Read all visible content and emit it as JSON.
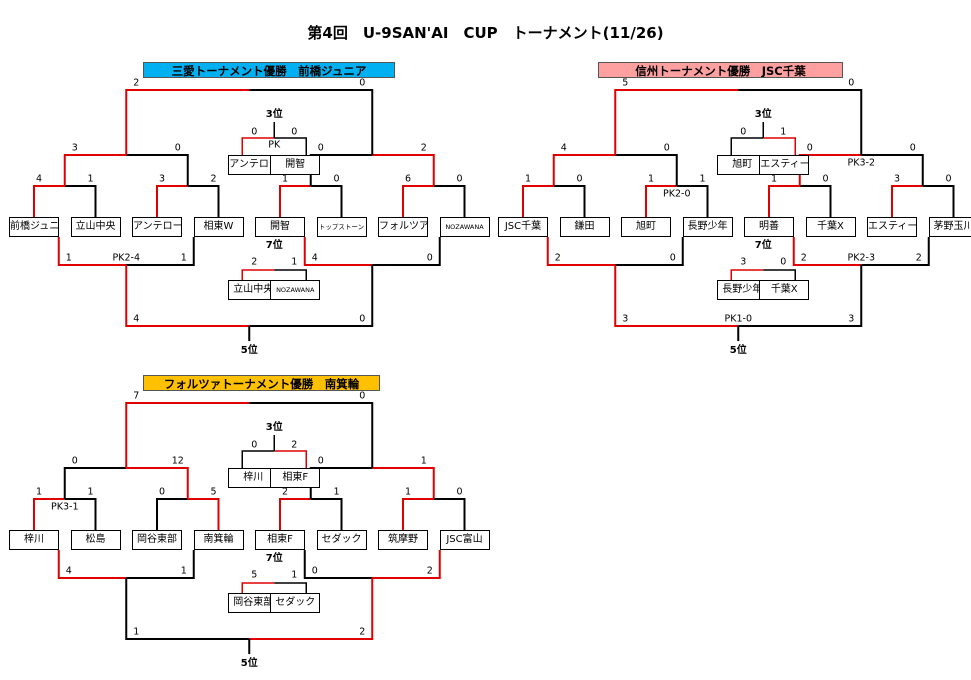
{
  "page_title": "第4回　U-9SAN'AI　CUP　トーナメント(11/26)",
  "colors": {
    "red": "#e00000",
    "black": "#000000"
  },
  "blocks": [
    {
      "banner": "三愛トーナメント優勝　前橋ジュニア",
      "banner_color": "#00b0f0",
      "teams": [
        "前橋ジュニア",
        "立山中央",
        "アンテローブ",
        "相東W",
        "開智",
        "トップストーン",
        "フォルツア",
        "NOZAWANA"
      ],
      "r1_scores": [
        [
          "4",
          "1"
        ],
        [
          "3",
          "2"
        ],
        [
          "1",
          "0"
        ],
        [
          "6",
          "0"
        ]
      ],
      "r1_pk": [
        "",
        "",
        "",
        ""
      ],
      "sf_scores": [
        [
          "3",
          "0"
        ],
        [
          "0",
          "2"
        ]
      ],
      "sf_pk": [
        "",
        ""
      ],
      "final_scores": [
        "2",
        "0"
      ],
      "third": {
        "label": "3位",
        "teams": [
          "アンテローブ",
          "開智"
        ],
        "scores": [
          "0",
          "0"
        ],
        "pk": "PK"
      },
      "consol": {
        "scores": [
          [
            "1",
            "1"
          ],
          [
            "4",
            "0"
          ]
        ],
        "pk": [
          "PK2-4",
          ""
        ]
      },
      "seventh": {
        "label": "7位",
        "teams": [
          "立山中央",
          "NOZAWANA"
        ],
        "scores": [
          "2",
          "1"
        ],
        "pk": ""
      },
      "fifth": {
        "label": "5位",
        "scores": [
          "4",
          "0"
        ],
        "pk": ""
      }
    },
    {
      "banner": "信州トーナメント優勝　JSC千葉",
      "banner_color": "#ffa0a0",
      "teams": [
        "JSC千葉",
        "鎌田",
        "旭町",
        "長野少年",
        "明善",
        "千葉X",
        "エスティーロ",
        "茅野玉川"
      ],
      "r1_scores": [
        [
          "1",
          "0"
        ],
        [
          "1",
          "1"
        ],
        [
          "1",
          "0"
        ],
        [
          "3",
          "0"
        ]
      ],
      "r1_pk": [
        "",
        "PK2-0",
        "",
        ""
      ],
      "sf_scores": [
        [
          "4",
          "0"
        ],
        [
          "0",
          "0"
        ]
      ],
      "sf_pk": [
        "",
        "PK3-2"
      ],
      "final_scores": [
        "5",
        "0"
      ],
      "third": {
        "label": "3位",
        "teams": [
          "旭町",
          "エスティーロ"
        ],
        "scores": [
          "0",
          "1"
        ],
        "pk": ""
      },
      "consol": {
        "scores": [
          [
            "2",
            "0"
          ],
          [
            "2",
            "2"
          ]
        ],
        "pk": [
          "",
          "PK2-3"
        ]
      },
      "seventh": {
        "label": "7位",
        "teams": [
          "長野少年",
          "千葉X"
        ],
        "scores": [
          "3",
          "0"
        ],
        "pk": ""
      },
      "fifth": {
        "label": "5位",
        "scores": [
          "3",
          "3"
        ],
        "pk": "PK1-0"
      }
    },
    {
      "banner": "フォルツァトーナメント優勝　南箕輪",
      "banner_color": "#ffc000",
      "teams": [
        "梓川",
        "松島",
        "岡谷東部",
        "南箕輪",
        "相東F",
        "セダック",
        "筑摩野",
        "JSC富山"
      ],
      "r1_scores": [
        [
          "1",
          "1"
        ],
        [
          "0",
          "5"
        ],
        [
          "2",
          "1"
        ],
        [
          "1",
          "0"
        ]
      ],
      "r1_pk": [
        "PK3-1",
        "",
        "",
        ""
      ],
      "sf_scores": [
        [
          "0",
          "12"
        ],
        [
          "0",
          "1"
        ]
      ],
      "sf_pk": [
        "",
        ""
      ],
      "final_scores": [
        "7",
        "0"
      ],
      "third": {
        "label": "3位",
        "teams": [
          "梓川",
          "相東F"
        ],
        "scores": [
          "0",
          "2"
        ],
        "pk": ""
      },
      "consol": {
        "scores": [
          [
            "4",
            "1"
          ],
          [
            "0",
            "2"
          ]
        ],
        "pk": [
          "",
          ""
        ]
      },
      "seventh": {
        "label": "7位",
        "teams": [
          "岡谷東部",
          "セダック"
        ],
        "scores": [
          "5",
          "1"
        ],
        "pk": ""
      },
      "fifth": {
        "label": "5位",
        "scores": [
          "1",
          "2"
        ],
        "pk": ""
      }
    }
  ]
}
